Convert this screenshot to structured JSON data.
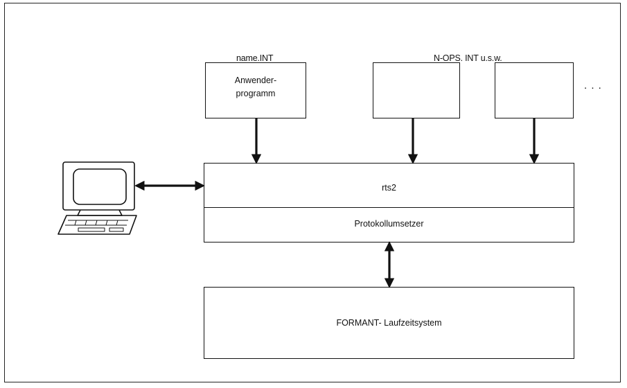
{
  "labels": {
    "name_int": "name.INT",
    "nops_int": "N-OPS. INT u.s.w.",
    "ellipsis": ". . ."
  },
  "boxes": {
    "app_program_line1": "Anwender-",
    "app_program_line2": "programm",
    "rts2": "rts2",
    "protocol_converter": "Protokollumsetzer",
    "runtime_system": "FORMANT- Laufzeitsystem"
  },
  "icons": {
    "terminal": "computer-terminal-icon"
  }
}
